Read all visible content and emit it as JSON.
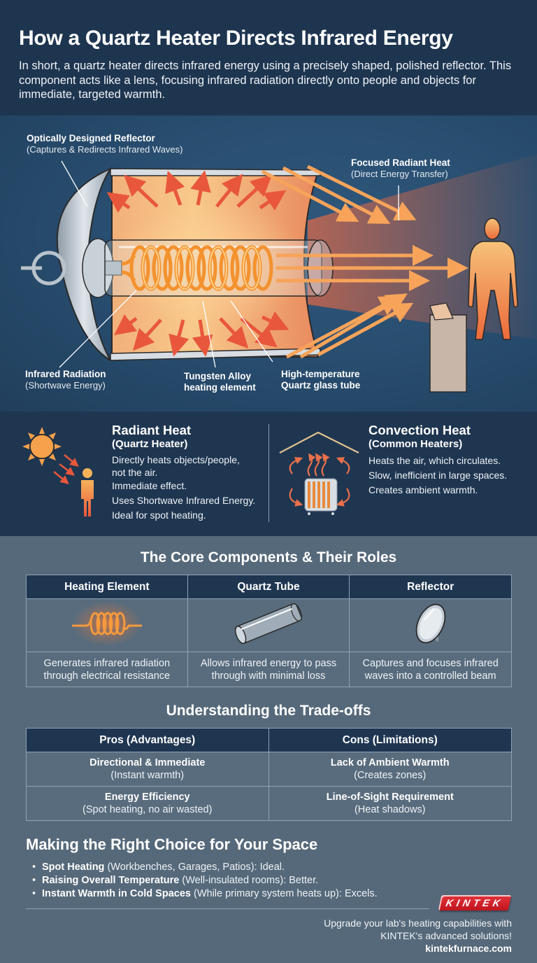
{
  "header": {
    "title": "How a Quartz Heater Directs Infrared Energy",
    "intro": "In short, a quartz heater directs infrared energy using a precisely shaped, polished reflector. This component acts like a lens, focusing infrared radiation directly onto people and objects for immediate, targeted warmth."
  },
  "diagram": {
    "callouts": {
      "reflector": {
        "title": "Optically Designed Reflector",
        "sub": "(Captures & Redirects Infrared Waves)"
      },
      "focused": {
        "title": "Focused Radiant Heat",
        "sub": "(Direct Energy Transfer)"
      },
      "infrared": {
        "title": "Infrared Radiation",
        "sub": "(Shortwave Energy)"
      },
      "tungsten": {
        "line1": "Tungsten Alloy",
        "line2": "heating element"
      },
      "quartz": {
        "line1": "High-temperature",
        "line2": "Quartz glass tube"
      }
    },
    "colors": {
      "arrow": "#e8573c",
      "beam": "#f7a45a",
      "coil": "#f59a3d",
      "person": "#f4b068"
    }
  },
  "heat_types": {
    "radiant": {
      "title": "Radiant Heat",
      "subtitle": "(Quartz Heater)",
      "lines": [
        "Directly heats objects/people,",
        "not the air.",
        "Immediate effect.",
        "Uses Shortwave Infrared Energy.",
        "Ideal for spot heating."
      ]
    },
    "convection": {
      "title": "Convection Heat",
      "subtitle": "(Common Heaters)",
      "lines": [
        "Heats the air, which circulates.",
        "Slow, inefficient in large spaces.",
        "Creates ambient warmth."
      ]
    }
  },
  "components": {
    "title": "The Core Components & Their Roles",
    "columns": [
      {
        "header": "Heating Element",
        "icon": "coil-icon",
        "desc": [
          "Generates infrared radiation",
          "through electrical resistance"
        ]
      },
      {
        "header": "Quartz Tube",
        "icon": "tube-icon",
        "desc": [
          "Allows infrared energy to pass",
          "through with minimal loss"
        ]
      },
      {
        "header": "Reflector",
        "icon": "reflector-icon",
        "desc": [
          "Captures and focuses infrared",
          "waves into a controlled beam"
        ]
      }
    ]
  },
  "tradeoffs": {
    "title": "Understanding the Trade-offs",
    "headers": [
      "Pros (Advantages)",
      "Cons (Limitations)"
    ],
    "rows": [
      [
        {
          "main": "Directional & Immediate",
          "sub": "(Instant warmth)"
        },
        {
          "main": "Lack of Ambient Warmth",
          "sub": "(Creates zones)"
        }
      ],
      [
        {
          "main": "Energy Efficiency",
          "sub": "(Spot heating, no air wasted)"
        },
        {
          "main": "Line-of-Sight Requirement",
          "sub": "(Heat shadows)"
        }
      ]
    ]
  },
  "choice": {
    "title": "Making the Right Choice for Your Space",
    "items": [
      {
        "bold": "Spot Heating",
        "rest": " (Workbenches, Garages, Patios): Ideal."
      },
      {
        "bold": "Raising Overall Temperature",
        "rest": " (Well-insulated rooms): Better."
      },
      {
        "bold": "Instant Warmth in Cold Spaces",
        "rest": " (While primary system heats up): Excels."
      }
    ]
  },
  "footer": {
    "brand": "KINTEK",
    "brand_color": "#d91f27",
    "cta_line1": "Upgrade your lab's heating capabilities with",
    "cta_line2": "KINTEK's advanced solutions!",
    "url": "kintekfurnace.com"
  }
}
